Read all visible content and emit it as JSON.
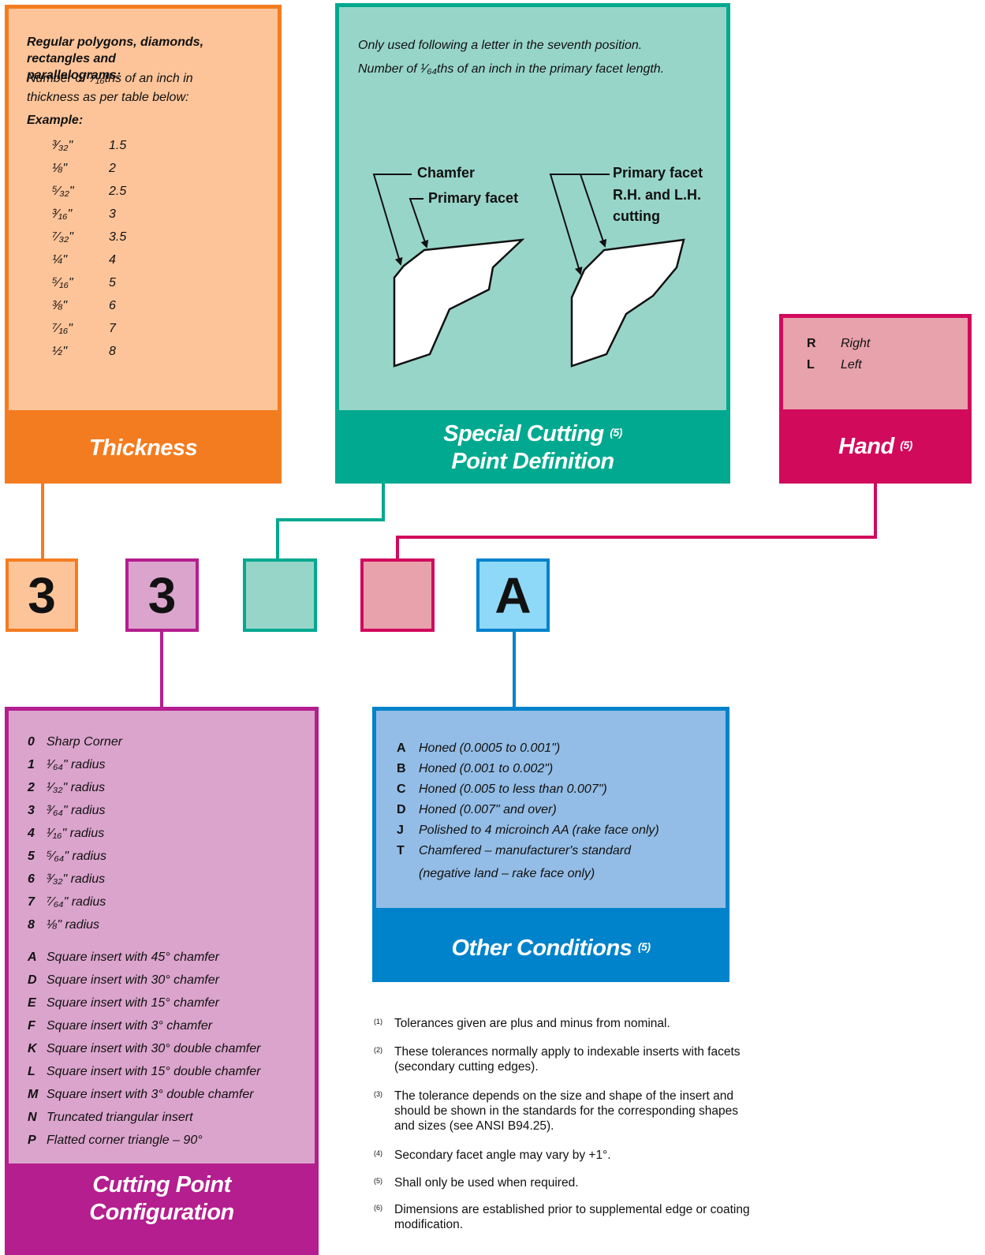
{
  "thickness": {
    "heading": "Regular polygons, diamonds, rectangles and parallelograms:",
    "description": "Number of ¹⁄₁₆ths of an inch in thickness as per table below:",
    "example_label": "Example:",
    "rows": [
      {
        "inch": "³⁄₃₂\"",
        "value": "1.5"
      },
      {
        "inch": "⅛\"",
        "value": "2"
      },
      {
        "inch": "⁵⁄₃₂\"",
        "value": "2.5"
      },
      {
        "inch": "³⁄₁₆\"",
        "value": "3"
      },
      {
        "inch": "⁷⁄₃₂\"",
        "value": "3.5"
      },
      {
        "inch": "¼\"",
        "value": "4"
      },
      {
        "inch": "⁵⁄₁₆\"",
        "value": "5"
      },
      {
        "inch": "⅜\"",
        "value": "6"
      },
      {
        "inch": "⁷⁄₁₆\"",
        "value": "7"
      },
      {
        "inch": "½\"",
        "value": "8"
      }
    ],
    "title": "Thickness"
  },
  "special": {
    "line1": "Only used following a letter in the seventh position.",
    "line2": "Number of ¹⁄₆₄ths of an inch in the primary facet length.",
    "label_chamfer": "Chamfer",
    "label_primary_facet": "Primary facet",
    "label_right_1": "Primary facet",
    "label_right_2": "R.H. and L.H.",
    "label_right_3": "cutting",
    "title_line1": "Special Cutting",
    "title_line2": "Point Definition",
    "title_sup": "(5)"
  },
  "hand": {
    "rows": [
      {
        "code": "R",
        "label": "Right"
      },
      {
        "code": "L",
        "label": "Left"
      }
    ],
    "title": "Hand",
    "title_sup": "(5)"
  },
  "codes": {
    "c1": "3",
    "c2": "3",
    "c3": "",
    "c4": "",
    "c5": "A"
  },
  "cutting_point": {
    "rows_a": [
      {
        "code": "0",
        "label": "Sharp Corner"
      },
      {
        "code": "1",
        "label": "¹⁄₆₄\" radius"
      },
      {
        "code": "2",
        "label": "¹⁄₃₂\" radius"
      },
      {
        "code": "3",
        "label": "³⁄₆₄\" radius"
      },
      {
        "code": "4",
        "label": "¹⁄₁₆\" radius"
      },
      {
        "code": "5",
        "label": "⁵⁄₆₄\" radius"
      },
      {
        "code": "6",
        "label": "³⁄₃₂\" radius"
      },
      {
        "code": "7",
        "label": "⁷⁄₆₄\" radius"
      },
      {
        "code": "8",
        "label": "⅛\" radius"
      }
    ],
    "rows_b": [
      {
        "code": "A",
        "label": "Square insert with 45° chamfer"
      },
      {
        "code": "D",
        "label": "Square insert with 30° chamfer"
      },
      {
        "code": "E",
        "label": "Square insert with 15° chamfer"
      },
      {
        "code": "F",
        "label": "Square insert with 3° chamfer"
      },
      {
        "code": "K",
        "label": "Square insert with 30° double chamfer"
      },
      {
        "code": "L",
        "label": "Square insert with 15° double chamfer"
      },
      {
        "code": "M",
        "label": "Square insert with 3° double chamfer"
      },
      {
        "code": "N",
        "label": "Truncated triangular insert"
      },
      {
        "code": "P",
        "label": "Flatted corner triangle – 90°"
      }
    ],
    "title_line1": "Cutting Point",
    "title_line2": "Configuration"
  },
  "other": {
    "rows": [
      {
        "code": "A",
        "label": "Honed (0.0005 to 0.001\")"
      },
      {
        "code": "B",
        "label": "Honed (0.001 to 0.002\")"
      },
      {
        "code": "C",
        "label": "Honed (0.005 to less than 0.007\")"
      },
      {
        "code": "D",
        "label": "Honed (0.007\" and over)"
      },
      {
        "code": "J",
        "label": "Polished to 4 microinch AA (rake face only)"
      },
      {
        "code": "T",
        "label": "Chamfered – manufacturer's standard"
      }
    ],
    "row_t_line2": "(negative land – rake face only)",
    "title": "Other Conditions",
    "title_sup": "(5)"
  },
  "notes": [
    {
      "mark": "(1)",
      "text": "Tolerances given are plus and minus from nominal."
    },
    {
      "mark": "(2)",
      "text": "These tolerances normally apply to indexable inserts with facets (secondary cutting edges)."
    },
    {
      "mark": "(3)",
      "text": "The tolerance depends on the size and shape of the insert and should be shown in the standards for the corresponding shapes and sizes (see ANSI B94.25)."
    },
    {
      "mark": "(4)",
      "text": "Secondary facet angle may vary by +1°."
    },
    {
      "mark": "(5)",
      "text": "Shall only be used when required."
    },
    {
      "mark": "(6)",
      "text": "Dimensions are established prior to supplemental edge or coating modification."
    }
  ],
  "colors": {
    "orange": "#f47c20",
    "orange_light": "#fdc499",
    "teal": "#00a98f",
    "teal_light": "#98d5c9",
    "pink": "#d10a5c",
    "pink_light": "#e8a2ac",
    "purple": "#b41e8e",
    "purple_light": "#dba4cc",
    "blue": "#0083cb",
    "blue_light": "#93bde6",
    "cyan_light": "#8ed8f8"
  }
}
